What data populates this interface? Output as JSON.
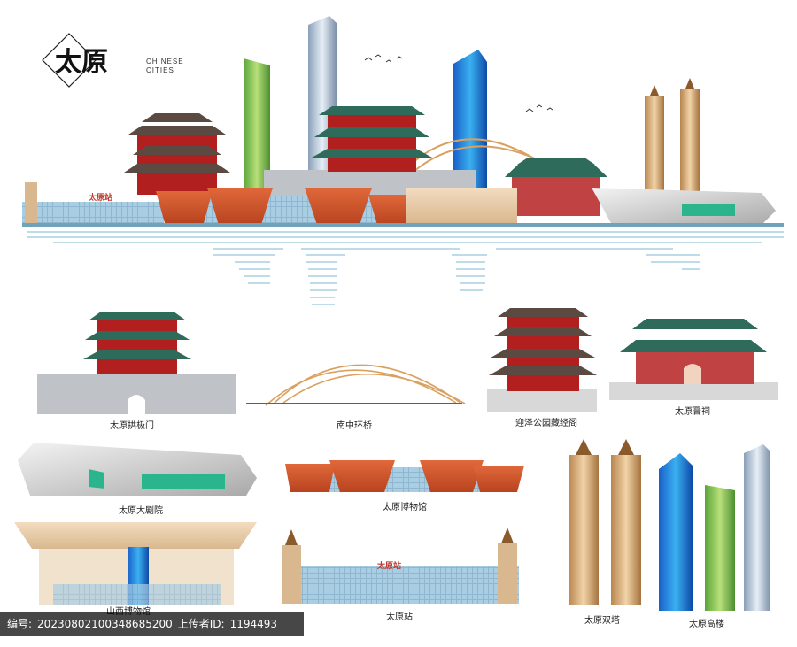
{
  "title": {
    "main": "太原",
    "sub_line1": "CHINESE",
    "sub_line2": "CITIES"
  },
  "skyline_sign": "太原站",
  "landmarks": {
    "gongji_gate": "太原拱极门",
    "nanzhong_bridge": "南中环桥",
    "yingze_park": "迎泽公园藏经阁",
    "jinci": "太原晋祠",
    "grand_theatre": "太原大剧院",
    "taiyuan_museum": "太原博物馆",
    "shanxi_museum": "山西博物馆",
    "taiyuan_station": "太原站",
    "twin_pagodas": "太原双塔",
    "towers": "太原高楼"
  },
  "station_sign": "太原站",
  "footer": {
    "id_label": "编号:",
    "id_value": "20230802100348685200",
    "uploader_label": "上传者ID:",
    "uploader_value": "1194493"
  },
  "colors": {
    "roof": "#2e6b5a",
    "pavilion_red": "#b21f1f",
    "orange": "#d65a2f",
    "green_tower": "#7bbf4f",
    "blue_tower": "#1d7fd8",
    "water": "#9fc7d8"
  }
}
